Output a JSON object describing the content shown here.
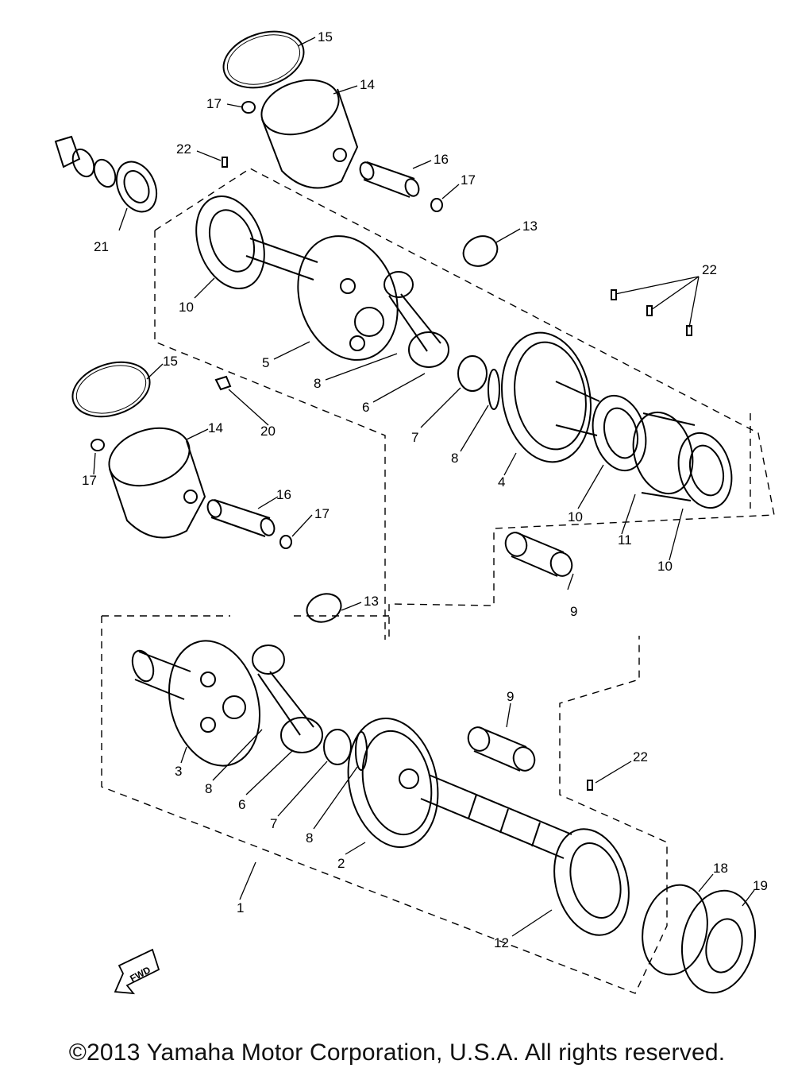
{
  "callouts": [
    {
      "id": "15a",
      "text": "15"
    },
    {
      "id": "14a",
      "text": "14"
    },
    {
      "id": "17a",
      "text": "17"
    },
    {
      "id": "22a",
      "text": "22"
    },
    {
      "id": "16a",
      "text": "16"
    },
    {
      "id": "17b",
      "text": "17"
    },
    {
      "id": "21",
      "text": "21"
    },
    {
      "id": "13a",
      "text": "13"
    },
    {
      "id": "22b",
      "text": "22"
    },
    {
      "id": "10a",
      "text": "10"
    },
    {
      "id": "5",
      "text": "5"
    },
    {
      "id": "8a",
      "text": "8"
    },
    {
      "id": "6a",
      "text": "6"
    },
    {
      "id": "7a",
      "text": "7"
    },
    {
      "id": "8b",
      "text": "8"
    },
    {
      "id": "4",
      "text": "4"
    },
    {
      "id": "15b",
      "text": "15"
    },
    {
      "id": "14b",
      "text": "14"
    },
    {
      "id": "20",
      "text": "20"
    },
    {
      "id": "17c",
      "text": "17"
    },
    {
      "id": "16b",
      "text": "16"
    },
    {
      "id": "17d",
      "text": "17"
    },
    {
      "id": "10b",
      "text": "10"
    },
    {
      "id": "11",
      "text": "11"
    },
    {
      "id": "10c",
      "text": "10"
    },
    {
      "id": "9a",
      "text": "9"
    },
    {
      "id": "13b",
      "text": "13"
    },
    {
      "id": "9b",
      "text": "9"
    },
    {
      "id": "3",
      "text": "3"
    },
    {
      "id": "8c",
      "text": "8"
    },
    {
      "id": "6b",
      "text": "6"
    },
    {
      "id": "7b",
      "text": "7"
    },
    {
      "id": "8d",
      "text": "8"
    },
    {
      "id": "2",
      "text": "2"
    },
    {
      "id": "22c",
      "text": "22"
    },
    {
      "id": "1",
      "text": "1"
    },
    {
      "id": "12",
      "text": "12"
    },
    {
      "id": "18",
      "text": "18"
    },
    {
      "id": "19",
      "text": "19"
    }
  ],
  "fwd_label": "FWD",
  "copyright": "©2013 Yamaha Motor Corporation, U.S.A. All rights reserved."
}
